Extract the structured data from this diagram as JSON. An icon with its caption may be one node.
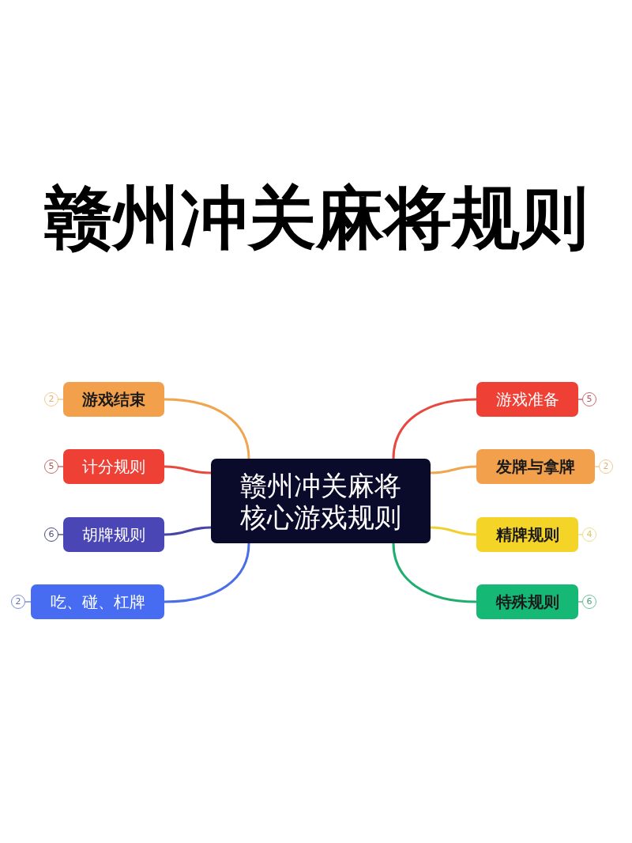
{
  "diagram": {
    "title": "赣州冲关麻将规则",
    "nodes": [
      {
        "text": [
          "赣州冲关麻将核心游戏规则"
        ]
      },
      {
        "text": [
          "游戏结束"
        ]
      },
      {
        "text": [
          "计分规则"
        ]
      },
      {
        "text": [
          "胡牌规则"
        ]
      },
      {
        "text": [
          "吃、碰、杠牌"
        ]
      },
      {
        "text": [
          "游戏准备"
        ]
      },
      {
        "text": [
          "发牌与拿牌"
        ]
      },
      {
        "text": [
          "精牌规则"
        ]
      },
      {
        "text": [
          "特殊规则"
        ]
      },
      {
        "text": [
          "2"
        ]
      },
      {
        "text": [
          "5"
        ]
      },
      {
        "text": [
          "6"
        ]
      },
      {
        "text": [
          "2"
        ]
      },
      {
        "text": [
          "5"
        ]
      },
      {
        "text": [
          "2"
        ]
      },
      {
        "text": [
          "4"
        ]
      },
      {
        "text": [
          "6"
        ]
      }
    ],
    "edges": [
      {
        "from": 0,
        "to": 1,
        "arrow": "none",
        "color": "#f0a54f"
      },
      {
        "from": 0,
        "to": 2,
        "arrow": "none",
        "color": "#e84a3f"
      },
      {
        "from": 0,
        "to": 3,
        "arrow": "none",
        "color": "#4845a8"
      },
      {
        "from": 0,
        "to": 4,
        "arrow": "none",
        "color": "#4a6de8"
      },
      {
        "from": 0,
        "to": 5,
        "arrow": "none",
        "color": "#e8483f"
      },
      {
        "from": 0,
        "to": 6,
        "arrow": "none",
        "color": "#f0a54f"
      },
      {
        "from": 0,
        "to": 7,
        "arrow": "none",
        "color": "#f0d030"
      },
      {
        "from": 0,
        "to": 8,
        "arrow": "none",
        "color": "#1fae70"
      },
      {
        "from": 1,
        "to": 9,
        "arrow": "none",
        "color": "#f3c98e"
      },
      {
        "from": 2,
        "to": 10,
        "arrow": "none",
        "color": "#c97070"
      },
      {
        "from": 3,
        "to": 11,
        "arrow": "none",
        "color": "#5a5890"
      },
      {
        "from": 4,
        "to": 12,
        "arrow": "none",
        "color": "#7d8ed0"
      },
      {
        "from": 5,
        "to": 13,
        "arrow": "none",
        "color": "#c96a70"
      },
      {
        "from": 6,
        "to": 14,
        "arrow": "none",
        "color": "#f3c98e"
      },
      {
        "from": 7,
        "to": 15,
        "arrow": "none",
        "color": "#eee08a"
      },
      {
        "from": 8,
        "to": 16,
        "arrow": "none",
        "color": "#6cbf98"
      }
    ]
  }
}
